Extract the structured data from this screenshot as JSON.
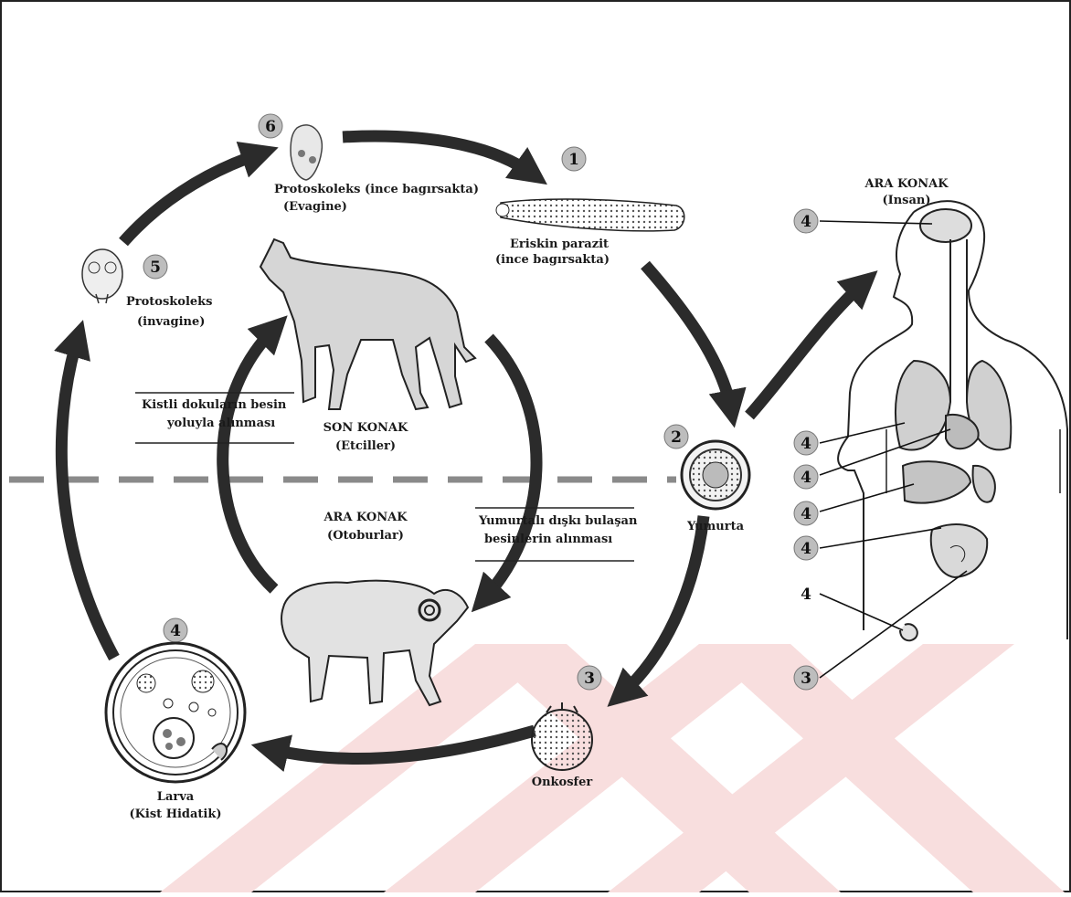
{
  "stages": {
    "s1": {
      "num": "1",
      "line1": "Eriskin parazit",
      "line2": "(ince bagırsakta)"
    },
    "s2": {
      "num": "2",
      "label": "Yumurta"
    },
    "s3": {
      "num": "3",
      "label": "Onkosfer"
    },
    "s4": {
      "num": "4",
      "line1": "Larva",
      "line2": "(Kist Hidatik)"
    },
    "s5": {
      "num": "5",
      "line1": "Protoskoleks",
      "line2": "(invagine)"
    },
    "s6": {
      "num": "6",
      "line1": "Protoskoleks (ince bagırsakta)",
      "line2": "(Evagine)"
    }
  },
  "hosts": {
    "definitive": {
      "line1": "SON KONAK",
      "line2": "(Etciller)"
    },
    "intermediate": {
      "line1": "ARA KONAK",
      "line2": "(Otoburlar)"
    },
    "human": {
      "line1": "ARA KONAK",
      "line2": "(Insan)"
    }
  },
  "transmission": {
    "cyst_ingestion": {
      "line1": "Kistli dokuların besin",
      "line2": "yoluyla alınması"
    },
    "egg_ingestion": {
      "line1": "Yumurtalı dışkı bulaşan",
      "line2": "besinlerin alınması"
    }
  },
  "human_sites": {
    "brain": "4",
    "lung": "4",
    "heart": "4",
    "liver": "4",
    "kidney": "4",
    "bone": "4",
    "intestine": "3"
  },
  "colors": {
    "arrow": "#2b2b2b",
    "badge": "#bdbdbd",
    "watermark": "#f8dede"
  }
}
